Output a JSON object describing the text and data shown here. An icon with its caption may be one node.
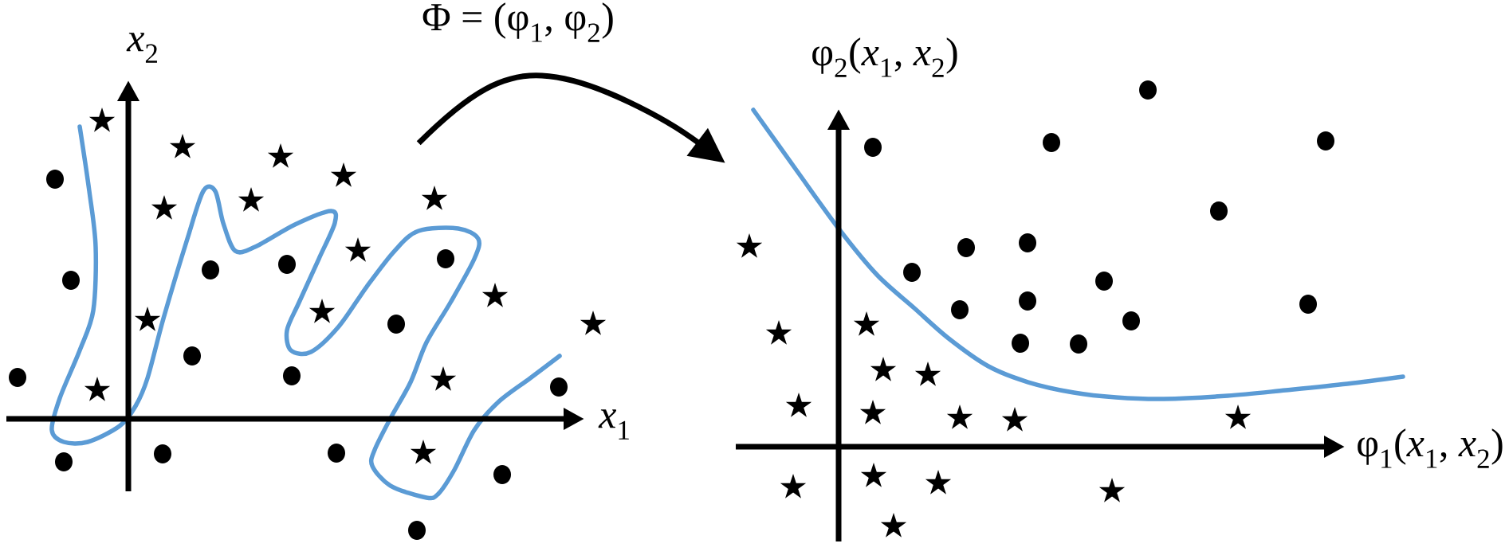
{
  "diagram": {
    "nodes": [
      {
        "text": [],
        "shape": "picture",
        "beside": [
          "*x*$_{2}$",
          "*x*$_{1}$"
        ]
      },
      {
        "text": [],
        "shape": "picture",
        "beside": [
          "φ$_{2}$(*x*$_{1}$, *x*$_{2}$)",
          "φ$_{1}$(*x*$_{1}$, *x*$_{2}$)"
        ]
      }
    ],
    "edges": [
      {
        "from": 0,
        "to": 1,
        "arrow": "to",
        "label": "Φ = (φ$_{1}$, φ$_{2}$)"
      }
    ]
  }
}
